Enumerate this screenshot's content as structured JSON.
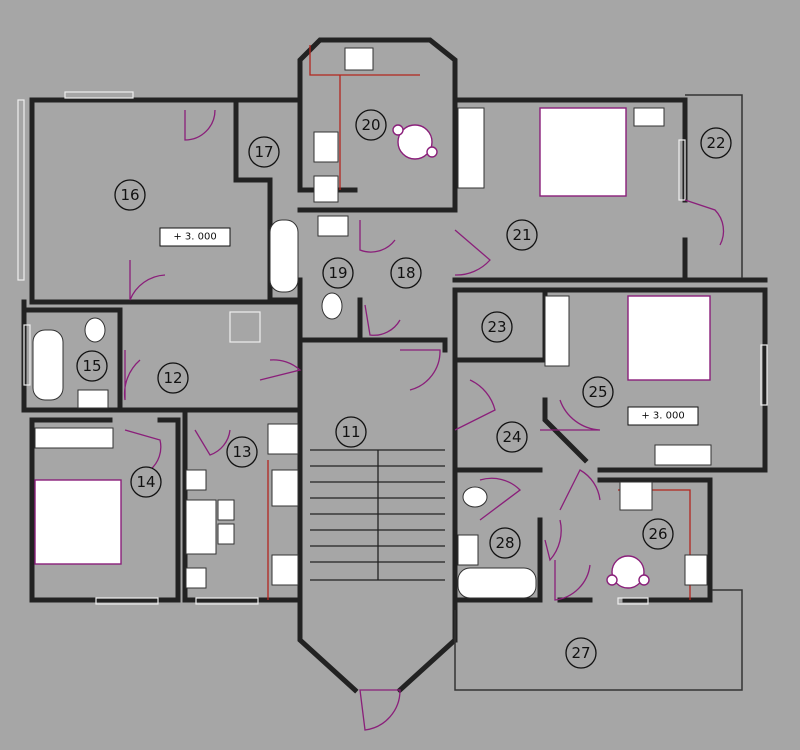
{
  "rooms": [
    {
      "id": "11",
      "label": "11"
    },
    {
      "id": "12",
      "label": "12"
    },
    {
      "id": "13",
      "label": "13"
    },
    {
      "id": "14",
      "label": "14"
    },
    {
      "id": "15",
      "label": "15"
    },
    {
      "id": "16",
      "label": "16"
    },
    {
      "id": "17",
      "label": "17"
    },
    {
      "id": "18",
      "label": "18"
    },
    {
      "id": "19",
      "label": "19"
    },
    {
      "id": "20",
      "label": "20"
    },
    {
      "id": "21",
      "label": "21"
    },
    {
      "id": "22",
      "label": "22"
    },
    {
      "id": "23",
      "label": "23"
    },
    {
      "id": "24",
      "label": "24"
    },
    {
      "id": "25",
      "label": "25"
    },
    {
      "id": "26",
      "label": "26"
    },
    {
      "id": "27",
      "label": "27"
    },
    {
      "id": "28",
      "label": "28"
    }
  ],
  "level_marks": [
    {
      "id": "left",
      "text": "+ 3. 000"
    },
    {
      "id": "right",
      "text": "+ 3. 000"
    }
  ],
  "colors": {
    "background": "#a6a6a6",
    "walls": "#222222",
    "doors": "#8a1f7a",
    "counters": "#b3261e",
    "fixtures": "#ffffff"
  }
}
